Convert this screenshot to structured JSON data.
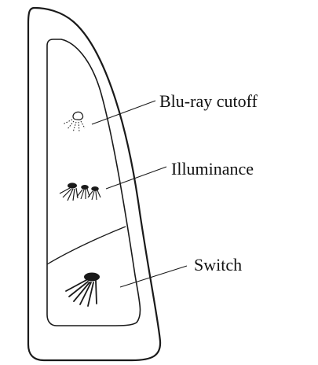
{
  "labels": {
    "bluray": "Blu-ray cutoff",
    "illuminance": "Illuminance",
    "switch": "Switch"
  },
  "icons": [
    "blue-light-lamp-icon",
    "multi-lamp-icon",
    "lamp-icon"
  ],
  "colors": {
    "stroke": "#1a1a1a",
    "background": "#ffffff"
  }
}
